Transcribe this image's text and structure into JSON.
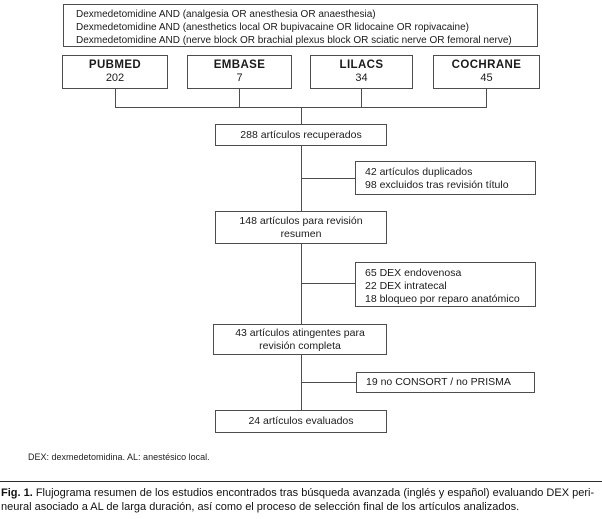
{
  "figure": {
    "search_query_box": {
      "lines": [
        "Dexmedetomidine AND (analgesia OR anesthesia OR anaesthesia)",
        "Dexmedetomidine AND (anesthetics local OR bupivacaine OR lidocaine OR ropivacaine)",
        "Dexmedetomidine AND (nerve block OR brachial plexus block OR sciatic nerve OR femoral nerve)"
      ]
    },
    "databases": [
      {
        "name": "PUBMED",
        "count": "202"
      },
      {
        "name": "EMBASE",
        "count": "7"
      },
      {
        "name": "LILACS",
        "count": "34"
      },
      {
        "name": "COCHRANE",
        "count": "45"
      }
    ],
    "flow_boxes": {
      "retrieved": "288 artículos recuperados",
      "abstract_review": [
        "148 artículos para revisión",
        "resumen"
      ],
      "full_review": [
        "43 artículos atingentes para",
        "revisión completa"
      ],
      "evaluated": "24 artículos evaluados"
    },
    "exclusion_boxes": {
      "after_title": [
        "42 artículos duplicados",
        "98 excluidos tras revisión título"
      ],
      "after_abstract": [
        "65 DEX endovenosa",
        "22 DEX intratecal",
        "18 bloqueo por reparo anatómico"
      ],
      "after_full": [
        "19 no CONSORT / no PRISMA"
      ]
    },
    "footnote": "DEX: dexmedetomidina. AL: anestésico local.",
    "caption": {
      "label": "Fig. 1.",
      "line1": " Flujograma resumen de los estudios encontrados tras búsqueda avanzada (inglés y español) evaluando DEX peri-",
      "line2": "neural asociado a AL de larga duración, así como el proceso de selección final de los artículos analizados."
    }
  },
  "colors": {
    "border": "#4d4d4d",
    "text": "#1a1a1a",
    "background": "#ffffff"
  }
}
